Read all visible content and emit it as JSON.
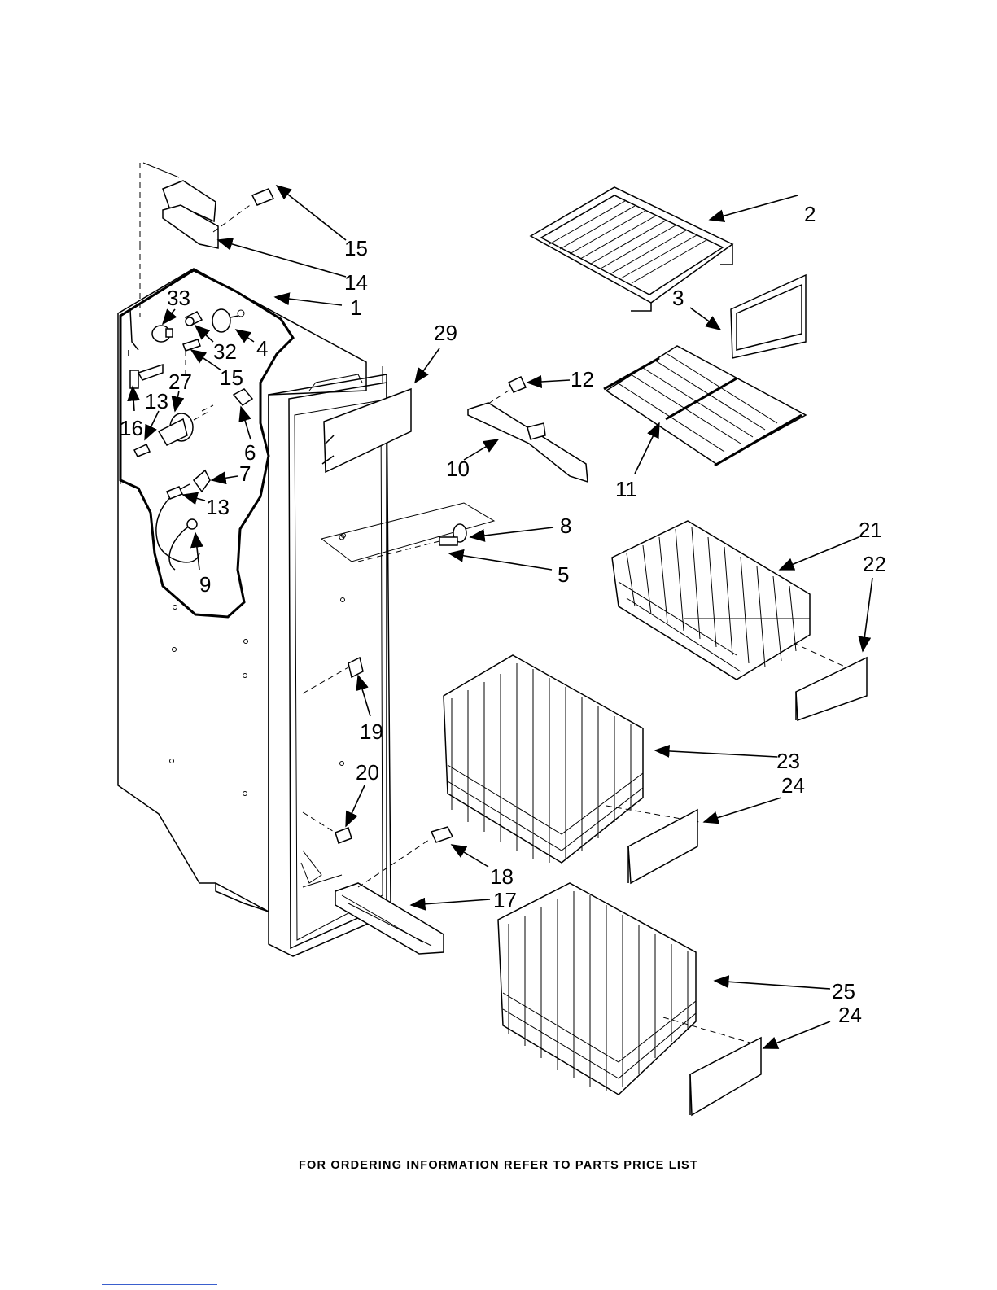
{
  "footer_text": "FOR ORDERING INFORMATION REFER TO PARTS PRICE LIST",
  "callouts": {
    "c1": "1",
    "c2": "2",
    "c3": "3",
    "c4": "4",
    "c5": "5",
    "c6": "6",
    "c7": "7",
    "c8": "8",
    "c9": "9",
    "c10": "10",
    "c11": "11",
    "c12": "12",
    "c13a": "13",
    "c13b": "13",
    "c14": "14",
    "c15a": "15",
    "c15b": "15",
    "c16": "16",
    "c17": "17",
    "c18": "18",
    "c19": "19",
    "c20": "20",
    "c21": "21",
    "c22": "22",
    "c23": "23",
    "c24a": "24",
    "c24b": "24",
    "c25": "25",
    "c27": "27",
    "c29": "29",
    "c32": "32",
    "c33": "33"
  }
}
